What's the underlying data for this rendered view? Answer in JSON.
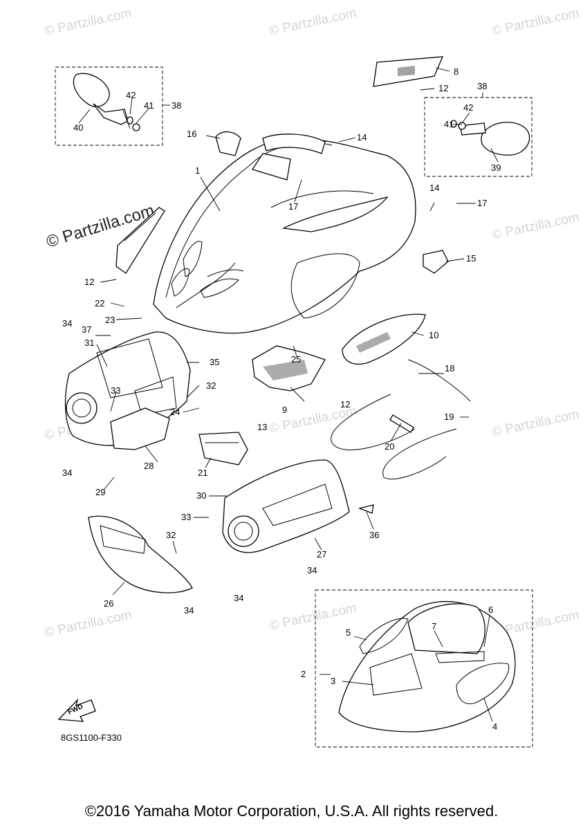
{
  "watermarks": {
    "repeat": "© Partzilla.com",
    "prominent": "© Partzilla.com"
  },
  "diagram_code": "8GS1100-F330",
  "fwd_label": "FWD",
  "copyright": "©2016 Yamaha Motor Corporation, U.S.A. All rights reserved.",
  "callouts": [
    "1",
    "2",
    "3",
    "4",
    "5",
    "6",
    "7",
    "8",
    "9",
    "10",
    "12",
    "13",
    "14",
    "15",
    "16",
    "17",
    "18",
    "19",
    "20",
    "21",
    "22",
    "23",
    "24",
    "25",
    "26",
    "27",
    "28",
    "29",
    "30",
    "31",
    "32",
    "33",
    "34",
    "35",
    "36",
    "37",
    "38",
    "39",
    "40",
    "41",
    "42"
  ]
}
